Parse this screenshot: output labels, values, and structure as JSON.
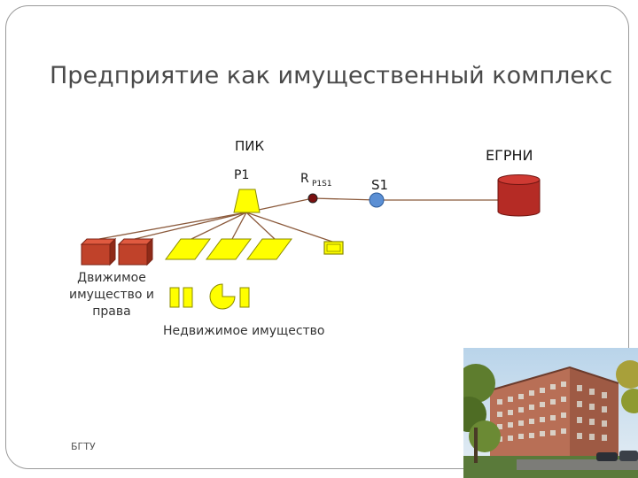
{
  "slide": {
    "title": "Предприятие как имущественный комплекс",
    "footer": "БГТУ"
  },
  "diagram": {
    "pik_label": "ПИК",
    "p1_label": "P1",
    "r_label": "R",
    "r_subscript": "P1S1",
    "s1_label": "S1",
    "registry_label": "ЕГРНИ",
    "movable_label": "Движимое имущество и права",
    "immovable_label": "Недвижимое имущество"
  },
  "colors": {
    "movable_box": "#c0422a",
    "immovable_shape": "#ffff00",
    "registry_cylinder": "#b52b25",
    "s1_node": "#5b8fd4",
    "link_line": "#8b5a3c"
  }
}
